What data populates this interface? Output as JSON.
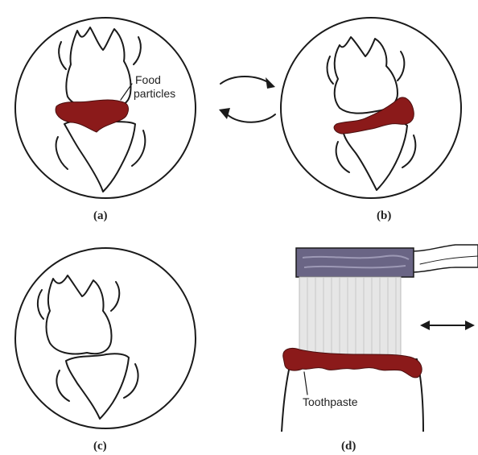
{
  "labels": {
    "panel_a": "(a)",
    "panel_b": "(b)",
    "panel_c": "(c)",
    "panel_d": "(d)",
    "food_line1": "Food",
    "food_line2": "particles",
    "toothpaste": "Toothpaste"
  },
  "colors": {
    "food": "#8b1a1a",
    "outline": "#1a1a1a",
    "handle": "#6a6585",
    "bristles": "#e6e6e6"
  }
}
